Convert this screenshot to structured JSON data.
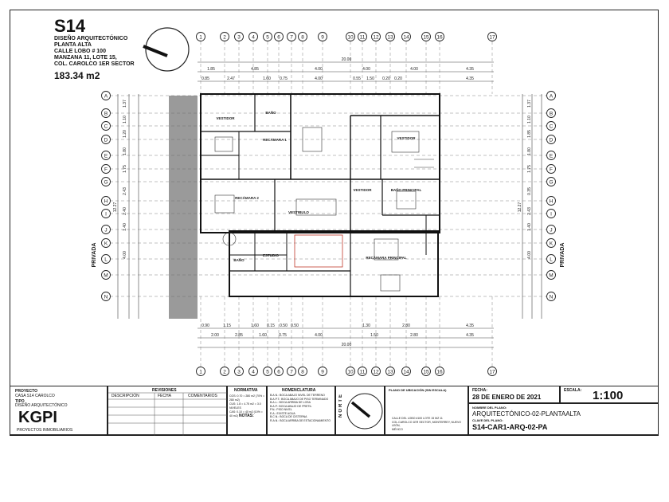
{
  "sheet": {
    "code": "S14",
    "header_lines": [
      "DISEÑO ARQUITECTÓNICO",
      "PLANTA ALTA",
      "CALLE LOBO # 100",
      "MANZANA 11, LOTE 15,",
      "COL. CAROLCO 1ER SECTOR"
    ],
    "area": "183.34 m2"
  },
  "plan": {
    "grid_top": [
      "1",
      "2",
      "3",
      "4",
      "5",
      "6",
      "7",
      "8",
      "9",
      "10",
      "11",
      "12",
      "13",
      "14",
      "15",
      "16",
      "17"
    ],
    "grid_bottom": [
      "1",
      "2",
      "3",
      "4",
      "5",
      "6",
      "7",
      "8",
      "9",
      "10",
      "11",
      "12",
      "13",
      "14",
      "15",
      "16",
      "17"
    ],
    "grid_side": [
      "A",
      "B",
      "C",
      "D",
      "E",
      "F",
      "G",
      "H",
      "I",
      "J",
      "K",
      "L",
      "M",
      "N"
    ],
    "dim_total_top": "20.00",
    "dim_total_bottom": "20.00",
    "dims_top_row1": [
      "1.85",
      "4.85",
      "4.00",
      "4.00",
      "4.00",
      "4.35"
    ],
    "dims_top_row2": [
      "0.85",
      "2.47",
      "1.60",
      "0.75",
      "4.00",
      "0.55",
      "1.50",
      "0.20",
      "0.20",
      "4.35"
    ],
    "dims_bottom_row1": [
      "0.90",
      "1.15",
      "1.60",
      "0.15",
      "0.50",
      "0.50",
      "1.30",
      "2.80",
      "4.35"
    ],
    "dims_bottom_row2": [
      "2.00",
      "2.85",
      "1.60",
      "0.75",
      "4.00",
      "1.50",
      "2.80",
      "4.35"
    ],
    "dims_left": [
      "1.37",
      "1.10",
      "1.20",
      "1.80",
      "1.75",
      "2.43",
      "2.40",
      "1.40",
      "4.00",
      "12.27"
    ],
    "dims_right": [
      "1.37",
      "1.10",
      "1.85",
      "1.80",
      "1.75",
      "0.35",
      "2.43",
      "1.40",
      "4.00",
      "12.27"
    ],
    "side_label_left": "PRIVADA",
    "side_label_right": "PRIVADA",
    "rooms": [
      {
        "label": "BAÑO",
        "id": "bano-1"
      },
      {
        "label": "VESTIDOR",
        "id": "vestidor-1"
      },
      {
        "label": "RECÁMARA 1",
        "id": "recamara-1"
      },
      {
        "label": "VESTIDOR",
        "id": "vestidor-2"
      },
      {
        "label": "RECÁMARA 2",
        "id": "recamara-2"
      },
      {
        "label": "VESTIDOR",
        "id": "vestidor-3"
      },
      {
        "label": "BAÑO PRINCIPAL",
        "id": "bano-principal"
      },
      {
        "label": "RECÁMARA PRINCIPAL",
        "id": "recamara-principal"
      },
      {
        "label": "BAÑO",
        "id": "bano-2"
      },
      {
        "label": "ESTUDIO",
        "id": "estudio"
      },
      {
        "label": "VESTIBULO",
        "id": "vestibulo"
      }
    ]
  },
  "title_block": {
    "project_label": "PROYECTO",
    "project": "CASA S14 CAROLCO",
    "type_label": "TIPO",
    "type": "DISEÑO ARQUITECTÓNICO",
    "logo": "KGPI",
    "logo_sub": "PROYECTOS INMOBILIARIOS",
    "revisions_title": "REVISIONES",
    "revisions_cols": [
      "DESCRIPCIÓN",
      "FECHA",
      "COMENTARIOS"
    ],
    "normativa_title": "NORMATIVA",
    "normativa_lines": [
      "COS: 0.70 = 280 m2 (70% = 280 m2)",
      "CUS: 1.8 = 4.75 m2 = 3.0 NIVELES",
      "CAS: 0.10 = 40 m2 (10% = 40 m2)"
    ],
    "notas": "NOTAS:",
    "nomenclatura_title": "NOMENCLATURA",
    "nomenclatura_lines": [
      "B.A.N.: BOCA ABAJO NIVEL DE TERRENO",
      "B.A.P.T.: BOCA ABAJO DE PISO TERMINADO",
      "B.A.L.: BOCA ARRIBA DE LOSA",
      "B.A.P.: BOCA ABAJO DE PRETIL",
      "P.N.: PISO NIVEL",
      "E.A.: EXISTE AGUA",
      "B.C.N.: BOCA DE CISTERNA",
      "R.A.N.: BOCA ARRIBA DE ESTACIONAMIENTO"
    ],
    "norte": "NORTE",
    "ubicacion_title": "PLANO DE UBICACIÓN (SIN ESCALA)",
    "ubicacion_lines": [
      "CALLE DEL LOBO #100 LOTE 15 MZ 11",
      "COL.CAROLCO 1ER SECTOR, MONTERREY, NUEVO LEÓN,",
      "MÉXICO"
    ],
    "fecha_label": "FECHA:",
    "fecha": "28 DE ENERO DE 2021",
    "escala_label": "ESCALA:",
    "escala": "1:100",
    "plano_name_label": "NOMBRE DEL PLANO:",
    "plano_name": "ARQUITECTÓNICO-02-PLANTAALTA",
    "clave_label": "CLAVE DEL PLANO:",
    "clave": "S14-CAR1-ARQ-02-PA"
  }
}
